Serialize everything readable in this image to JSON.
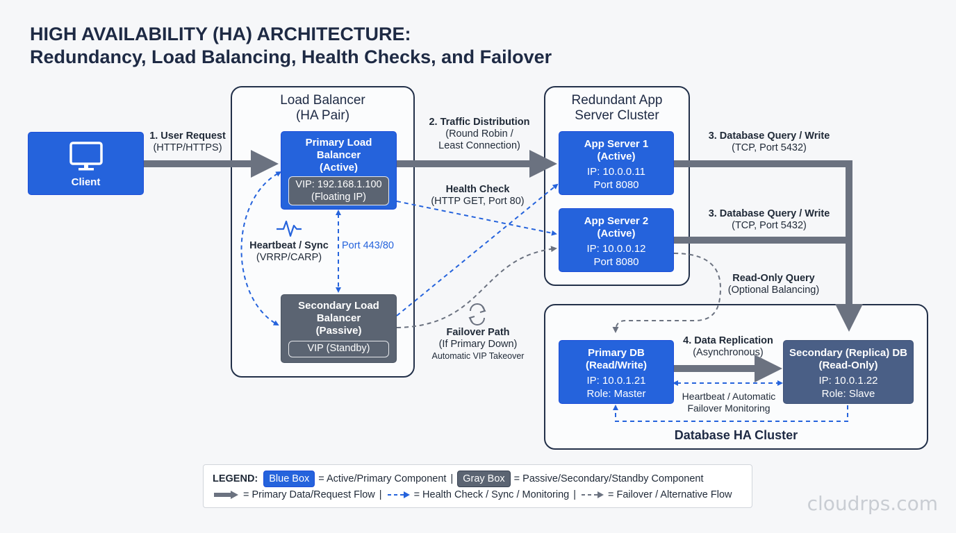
{
  "title": {
    "line1": "HIGH AVAILABILITY (HA) ARCHITECTURE:",
    "line2": "Redundancy, Load Balancing, Health Checks, and Failover"
  },
  "client": {
    "icon": "monitor-icon",
    "label": "Client"
  },
  "load_balancer": {
    "title1": "Load Balancer",
    "title2": "(HA Pair)",
    "primary": {
      "l1": "Primary Load",
      "l2": "Balancer",
      "l3": "(Active)",
      "vip1": "VIP: 192.168.1.100",
      "vip2": "(Floating IP)"
    },
    "secondary": {
      "l1": "Secondary Load",
      "l2": "Balancer",
      "l3": "(Passive)",
      "vip": "VIP (Standby)"
    },
    "heartbeat_icon": "pulse-icon",
    "heartbeat_label": "Heartbeat / Sync",
    "heartbeat_sub": "(VRRP/CARP)",
    "port_label": "Port 443/80"
  },
  "app_cluster": {
    "title1": "Redundant App",
    "title2": "Server Cluster",
    "servers": [
      {
        "name": "App Server 1",
        "state": "(Active)",
        "ip": "IP: 10.0.0.11",
        "port": "Port 8080"
      },
      {
        "name": "App Server 2",
        "state": "(Active)",
        "ip": "IP: 10.0.0.12",
        "port": "Port 8080"
      }
    ]
  },
  "flows": {
    "user_request": {
      "title": "1. User Request",
      "sub": "(HTTP/HTTPS)"
    },
    "traffic": {
      "title": "2. Traffic Distribution",
      "sub1": "(Round Robin /",
      "sub2": "Least Connection)"
    },
    "health": {
      "title": "Health Check",
      "sub": "(HTTP GET, Port 80)"
    },
    "db_query_1": {
      "title": "3. Database Query / Write",
      "sub": "(TCP, Port 5432)"
    },
    "db_query_2": {
      "title": "3. Database Query / Write",
      "sub": "(TCP, Port 5432)"
    },
    "read_only": {
      "title": "Read-Only Query",
      "sub": "(Optional Balancing)"
    },
    "failover": {
      "icon": "refresh-icon",
      "title": "Failover Path",
      "sub": "(If Primary Down)",
      "note": "Automatic VIP Takeover"
    },
    "replication": {
      "title": "4. Data Replication",
      "sub": "(Asynchronous)"
    },
    "db_heartbeat": {
      "l1": "Heartbeat / Automatic",
      "l2": "Failover Monitoring"
    }
  },
  "db_cluster": {
    "title": "Database HA Cluster",
    "primary": {
      "l1": "Primary DB",
      "l2": "(Read/Write)",
      "ip": "IP: 10.0.1.21",
      "role": "Role: Master"
    },
    "secondary": {
      "l1": "Secondary (Replica) DB",
      "l2": "(Read-Only)",
      "ip": "IP: 10.0.1.22",
      "role": "Role: Slave"
    }
  },
  "legend": {
    "label": "LEGEND:",
    "blue_chip": "Blue Box",
    "blue_desc": "= Active/Primary Component",
    "gray_chip": "Gray Box",
    "gray_desc": "= Passive/Secondary/Standby Component",
    "solid_desc": "= Primary Data/Request Flow",
    "dashed_blue_desc": "= Health Check / Sync / Monitoring",
    "dashed_gray_desc": "= Failover / Alternative Flow",
    "sep": "|"
  },
  "watermark": "cloudrps.com",
  "colors": {
    "active": "#2563dc",
    "passive": "#5b6472",
    "flow": "#6b7280",
    "border": "#223049"
  }
}
